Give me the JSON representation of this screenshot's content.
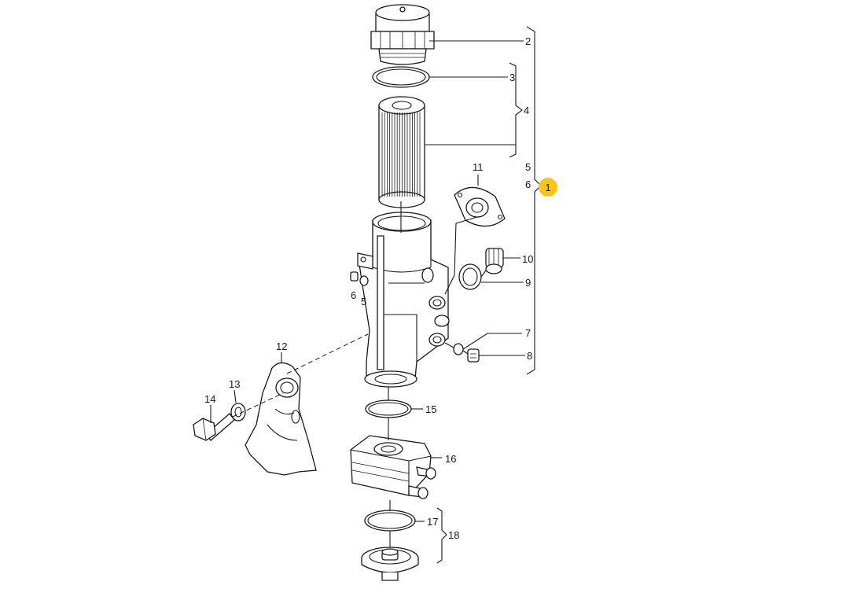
{
  "labels": {
    "l1": "1",
    "l2": "2",
    "l3": "3",
    "l4": "4",
    "l5a": "5",
    "l6a": "6",
    "l5b": "5",
    "l6b": "6",
    "l7": "7",
    "l8": "8",
    "l9": "9",
    "l10": "10",
    "l11": "11",
    "l12": "12",
    "l13": "13",
    "l14": "14",
    "l15": "15",
    "l16": "16",
    "l17": "17",
    "l18": "18"
  },
  "colors": {
    "highlight": "#f5c518",
    "line": "#1a1a1a"
  }
}
